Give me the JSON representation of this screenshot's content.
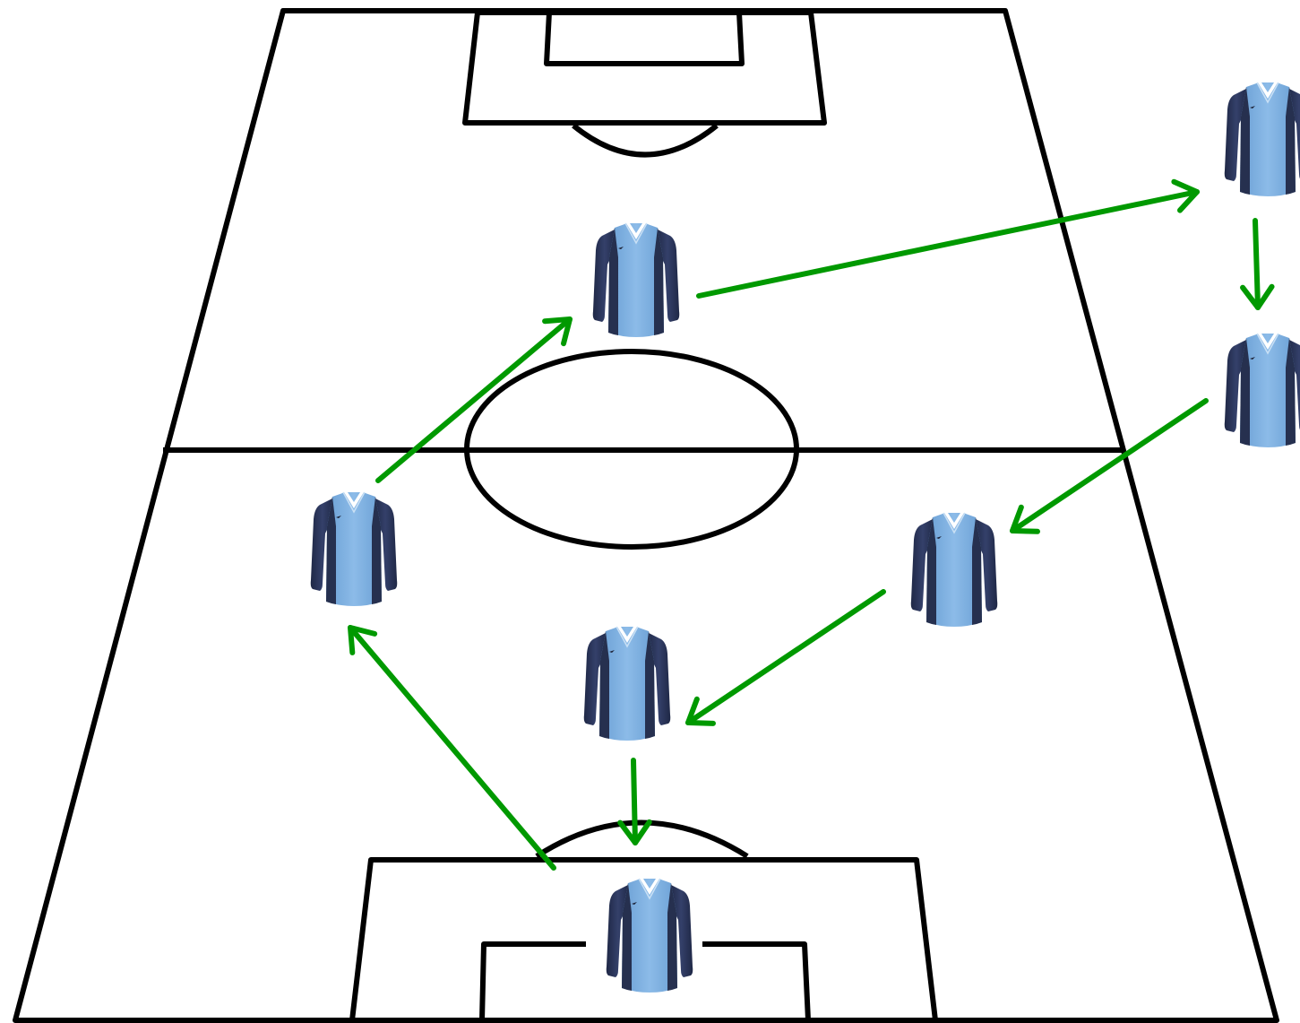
{
  "diagram": {
    "type": "football-passing-drill",
    "pitch_line_color": "#000000",
    "arrow_color": "#009900",
    "jersey": {
      "icon": "long-sleeve-football-jersey",
      "body_color": "#7fb0e0",
      "sleeve_color": "#2a3456",
      "collar_color": "#ffffff"
    },
    "players": [
      {
        "id": "goalkeeper"
      },
      {
        "id": "center-back"
      },
      {
        "id": "left-midfielder"
      },
      {
        "id": "right-midfielder"
      },
      {
        "id": "attacking-midfielder"
      },
      {
        "id": "outside-top-right"
      },
      {
        "id": "outside-middle-right"
      }
    ],
    "passes": [
      {
        "from": "goalkeeper",
        "to": "left-midfielder"
      },
      {
        "from": "left-midfielder",
        "to": "attacking-midfielder"
      },
      {
        "from": "attacking-midfielder",
        "to": "outside-top-right"
      },
      {
        "from": "outside-top-right",
        "to": "outside-middle-right"
      },
      {
        "from": "outside-middle-right",
        "to": "right-midfielder"
      },
      {
        "from": "right-midfielder",
        "to": "center-back"
      },
      {
        "from": "center-back",
        "to": "goalkeeper"
      }
    ]
  }
}
